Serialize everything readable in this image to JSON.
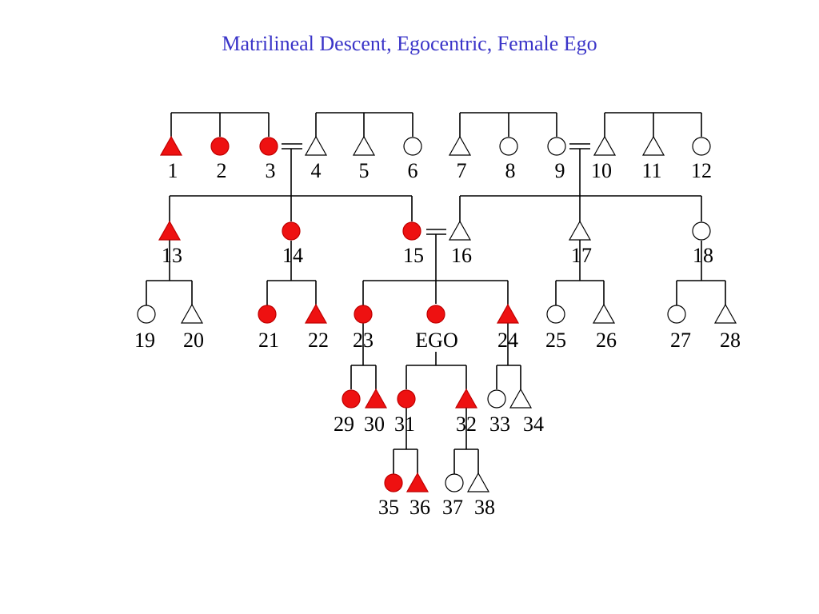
{
  "title": "Matrilineal Descent, Egocentric, Female Ego",
  "colors": {
    "matrilineal": "#ee1111",
    "other": "#ffffff",
    "title": "#3a34c8"
  },
  "people": [
    {
      "label": "1",
      "sex": "male",
      "matrilineal": true
    },
    {
      "label": "2",
      "sex": "female",
      "matrilineal": true
    },
    {
      "label": "3",
      "sex": "female",
      "matrilineal": true
    },
    {
      "label": "4",
      "sex": "male",
      "matrilineal": false
    },
    {
      "label": "5",
      "sex": "male",
      "matrilineal": false
    },
    {
      "label": "6",
      "sex": "female",
      "matrilineal": false
    },
    {
      "label": "7",
      "sex": "male",
      "matrilineal": false
    },
    {
      "label": "8",
      "sex": "female",
      "matrilineal": false
    },
    {
      "label": "9",
      "sex": "female",
      "matrilineal": false
    },
    {
      "label": "10",
      "sex": "male",
      "matrilineal": false
    },
    {
      "label": "11",
      "sex": "male",
      "matrilineal": false
    },
    {
      "label": "12",
      "sex": "female",
      "matrilineal": false
    },
    {
      "label": "13",
      "sex": "male",
      "matrilineal": true
    },
    {
      "label": "14",
      "sex": "female",
      "matrilineal": true
    },
    {
      "label": "15",
      "sex": "female",
      "matrilineal": true
    },
    {
      "label": "16",
      "sex": "male",
      "matrilineal": false
    },
    {
      "label": "17",
      "sex": "male",
      "matrilineal": false
    },
    {
      "label": "18",
      "sex": "female",
      "matrilineal": false
    },
    {
      "label": "19",
      "sex": "female",
      "matrilineal": false
    },
    {
      "label": "20",
      "sex": "male",
      "matrilineal": false
    },
    {
      "label": "21",
      "sex": "female",
      "matrilineal": true
    },
    {
      "label": "22",
      "sex": "male",
      "matrilineal": true
    },
    {
      "label": "23",
      "sex": "female",
      "matrilineal": true
    },
    {
      "label": "EGO",
      "sex": "female",
      "matrilineal": true
    },
    {
      "label": "24",
      "sex": "male",
      "matrilineal": true
    },
    {
      "label": "25",
      "sex": "female",
      "matrilineal": false
    },
    {
      "label": "26",
      "sex": "male",
      "matrilineal": false
    },
    {
      "label": "27",
      "sex": "female",
      "matrilineal": false
    },
    {
      "label": "28",
      "sex": "male",
      "matrilineal": false
    },
    {
      "label": "29",
      "sex": "female",
      "matrilineal": true
    },
    {
      "label": "30",
      "sex": "male",
      "matrilineal": true
    },
    {
      "label": "31",
      "sex": "female",
      "matrilineal": true
    },
    {
      "label": "32",
      "sex": "male",
      "matrilineal": true
    },
    {
      "label": "33",
      "sex": "female",
      "matrilineal": false
    },
    {
      "label": "34",
      "sex": "male",
      "matrilineal": false
    },
    {
      "label": "35",
      "sex": "female",
      "matrilineal": true
    },
    {
      "label": "36",
      "sex": "male",
      "matrilineal": true
    },
    {
      "label": "37",
      "sex": "female",
      "matrilineal": false
    },
    {
      "label": "38",
      "sex": "male",
      "matrilineal": false
    }
  ]
}
